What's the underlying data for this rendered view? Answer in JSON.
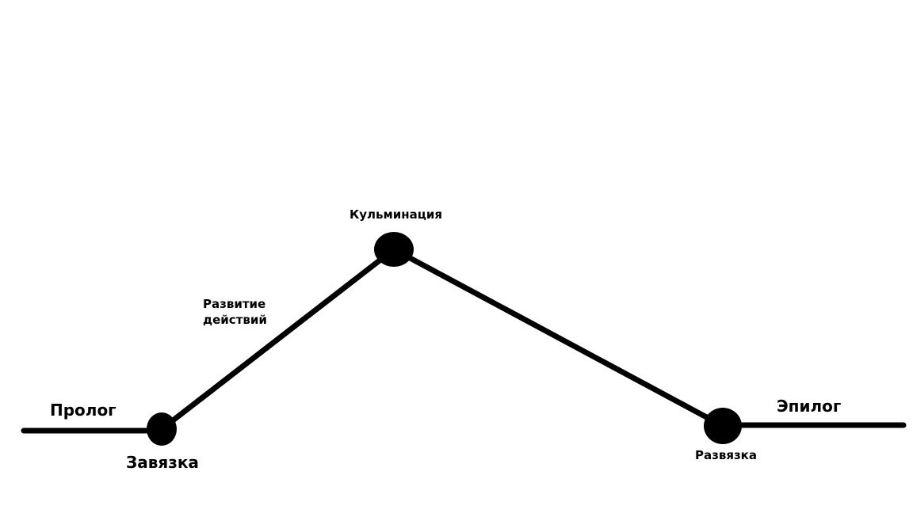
{
  "diagram": {
    "prologue": "Пролог",
    "exposition": "Завязка",
    "rising_action": [
      "Развитие",
      "действий"
    ],
    "climax": "Кульминация",
    "resolution": "Развязка",
    "epilogue": "Эпилог"
  }
}
